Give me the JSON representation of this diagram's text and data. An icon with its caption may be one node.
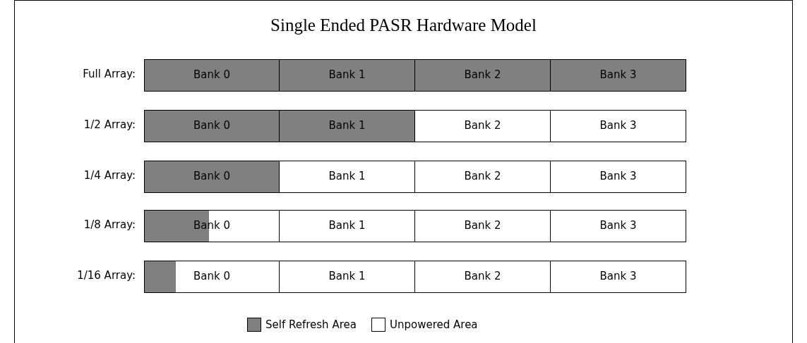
{
  "diagram": {
    "title": "Single Ended PASR Hardware Model",
    "nodes": [
      {
        "text": [
          "Bank 0"
        ],
        "beside": [
          "Full Array:"
        ]
      },
      {
        "text": [
          "Bank 1"
        ]
      },
      {
        "text": [
          "Bank 2"
        ]
      },
      {
        "text": [
          "Bank 3"
        ]
      },
      {
        "text": [
          "Bank 0"
        ],
        "beside": [
          "1/2 Array:"
        ]
      },
      {
        "text": [
          "Bank 1"
        ]
      },
      {
        "text": [
          "Bank 2"
        ]
      },
      {
        "text": [
          "Bank 3"
        ]
      },
      {
        "text": [
          "Bank 0"
        ],
        "beside": [
          "1/4 Array:"
        ]
      },
      {
        "text": [
          "Bank 1"
        ]
      },
      {
        "text": [
          "Bank 2"
        ]
      },
      {
        "text": [
          "Bank 3"
        ]
      },
      {
        "text": [
          "Bank 0"
        ],
        "beside": [
          "1/8 Array:"
        ]
      },
      {
        "text": [
          "Bank 1"
        ]
      },
      {
        "text": [
          "Bank 2"
        ]
      },
      {
        "text": [
          "Bank 3"
        ]
      },
      {
        "text": [
          "Bank 0"
        ],
        "beside": [
          "1/16 Array:"
        ]
      },
      {
        "text": [
          "Bank 1"
        ]
      },
      {
        "text": [
          "Bank 2"
        ]
      },
      {
        "text": [
          "Bank 3"
        ]
      }
    ],
    "legend": [
      {
        "text": "Self Refresh Area",
        "color": "#808080"
      },
      {
        "text": "Unpowered Area",
        "color": "#ffffff"
      }
    ]
  }
}
